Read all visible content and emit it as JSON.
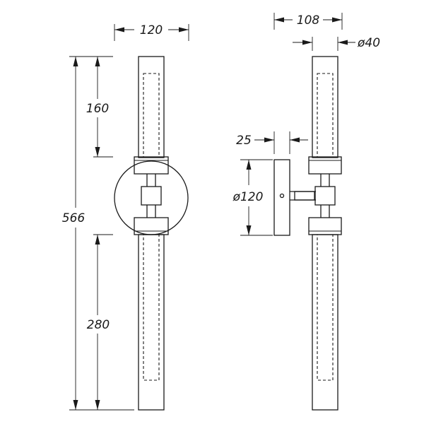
{
  "drawing": {
    "front_view": {
      "dim_width": "120",
      "dim_total_height": "566",
      "dim_upper_tube": "160",
      "dim_lower_tube": "280"
    },
    "side_view": {
      "dim_depth": "108",
      "dim_tube_diameter": "ø40",
      "dim_plate_thickness": "25",
      "dim_plate_diameter": "ø120"
    }
  }
}
